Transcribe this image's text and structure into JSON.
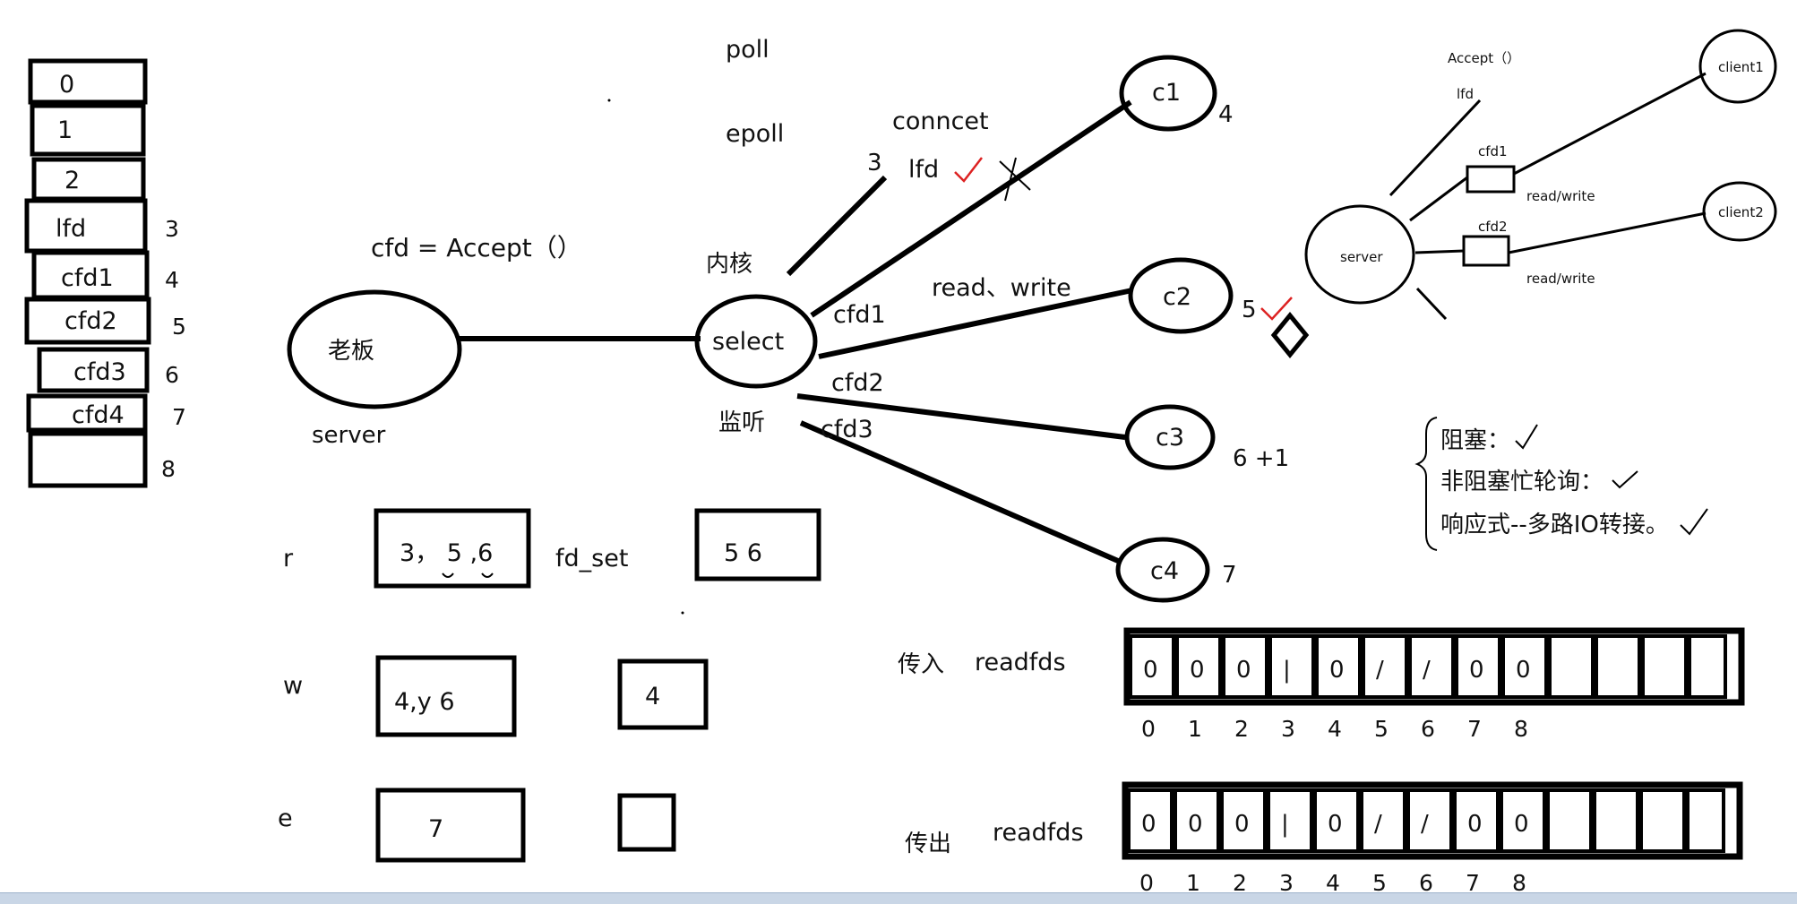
{
  "fd_table": {
    "cells": [
      "0",
      "1",
      "2",
      "lfd",
      "cfd1",
      "cfd2",
      "cfd3",
      "cfd4",
      ""
    ],
    "indices": [
      "3",
      "4",
      "5",
      "6",
      "7",
      "8"
    ]
  },
  "server_node": {
    "label": "老板",
    "caption": "server"
  },
  "accept_text": "cfd =  Accept（）",
  "select_node": {
    "label": "select",
    "kernel_label": "内核",
    "listen_label": "监听"
  },
  "top_labels": {
    "poll": "poll",
    "epoll": "epoll",
    "connect": "conncet",
    "lfd": "lfd",
    "three": "3"
  },
  "edge_labels": {
    "rw": "read、write",
    "cfd1": "cfd1",
    "cfd2": "cfd2",
    "cfd3": "cfd3"
  },
  "clients": [
    {
      "label": "c1",
      "fd": "4"
    },
    {
      "label": "c2",
      "fd": "5"
    },
    {
      "label": "c3",
      "fd": "6  +1"
    },
    {
      "label": "c4",
      "fd": "7"
    }
  ],
  "sets": {
    "r_label": "r",
    "r_value": "3，  5  ,6",
    "fd_set_label": "fd_set",
    "r_out": "5    6",
    "w_label": "w",
    "w_value": "4,y   6",
    "w_out": "4",
    "e_label": "e",
    "e_value": "7"
  },
  "modes": [
    "阻塞：",
    "非阻塞忙轮询：",
    "响应式--多路IO转接。"
  ],
  "small_diagram": {
    "server": "server",
    "accept": "Accept（）",
    "lfd": "lfd",
    "cfd1": "cfd1",
    "cfd2": "cfd2",
    "rw1": "read/write",
    "rw2": "read/write",
    "client1": "client1",
    "client2": "client2"
  },
  "bitmaps": {
    "in_label": "传入",
    "out_label": "传出",
    "name": "readfds",
    "values": [
      "0",
      "0",
      "0",
      "|",
      "0",
      "/",
      "/",
      "0",
      "0"
    ],
    "indices": [
      "0",
      "1",
      "2",
      "3",
      "4",
      "5",
      "6",
      "7",
      "8"
    ]
  }
}
